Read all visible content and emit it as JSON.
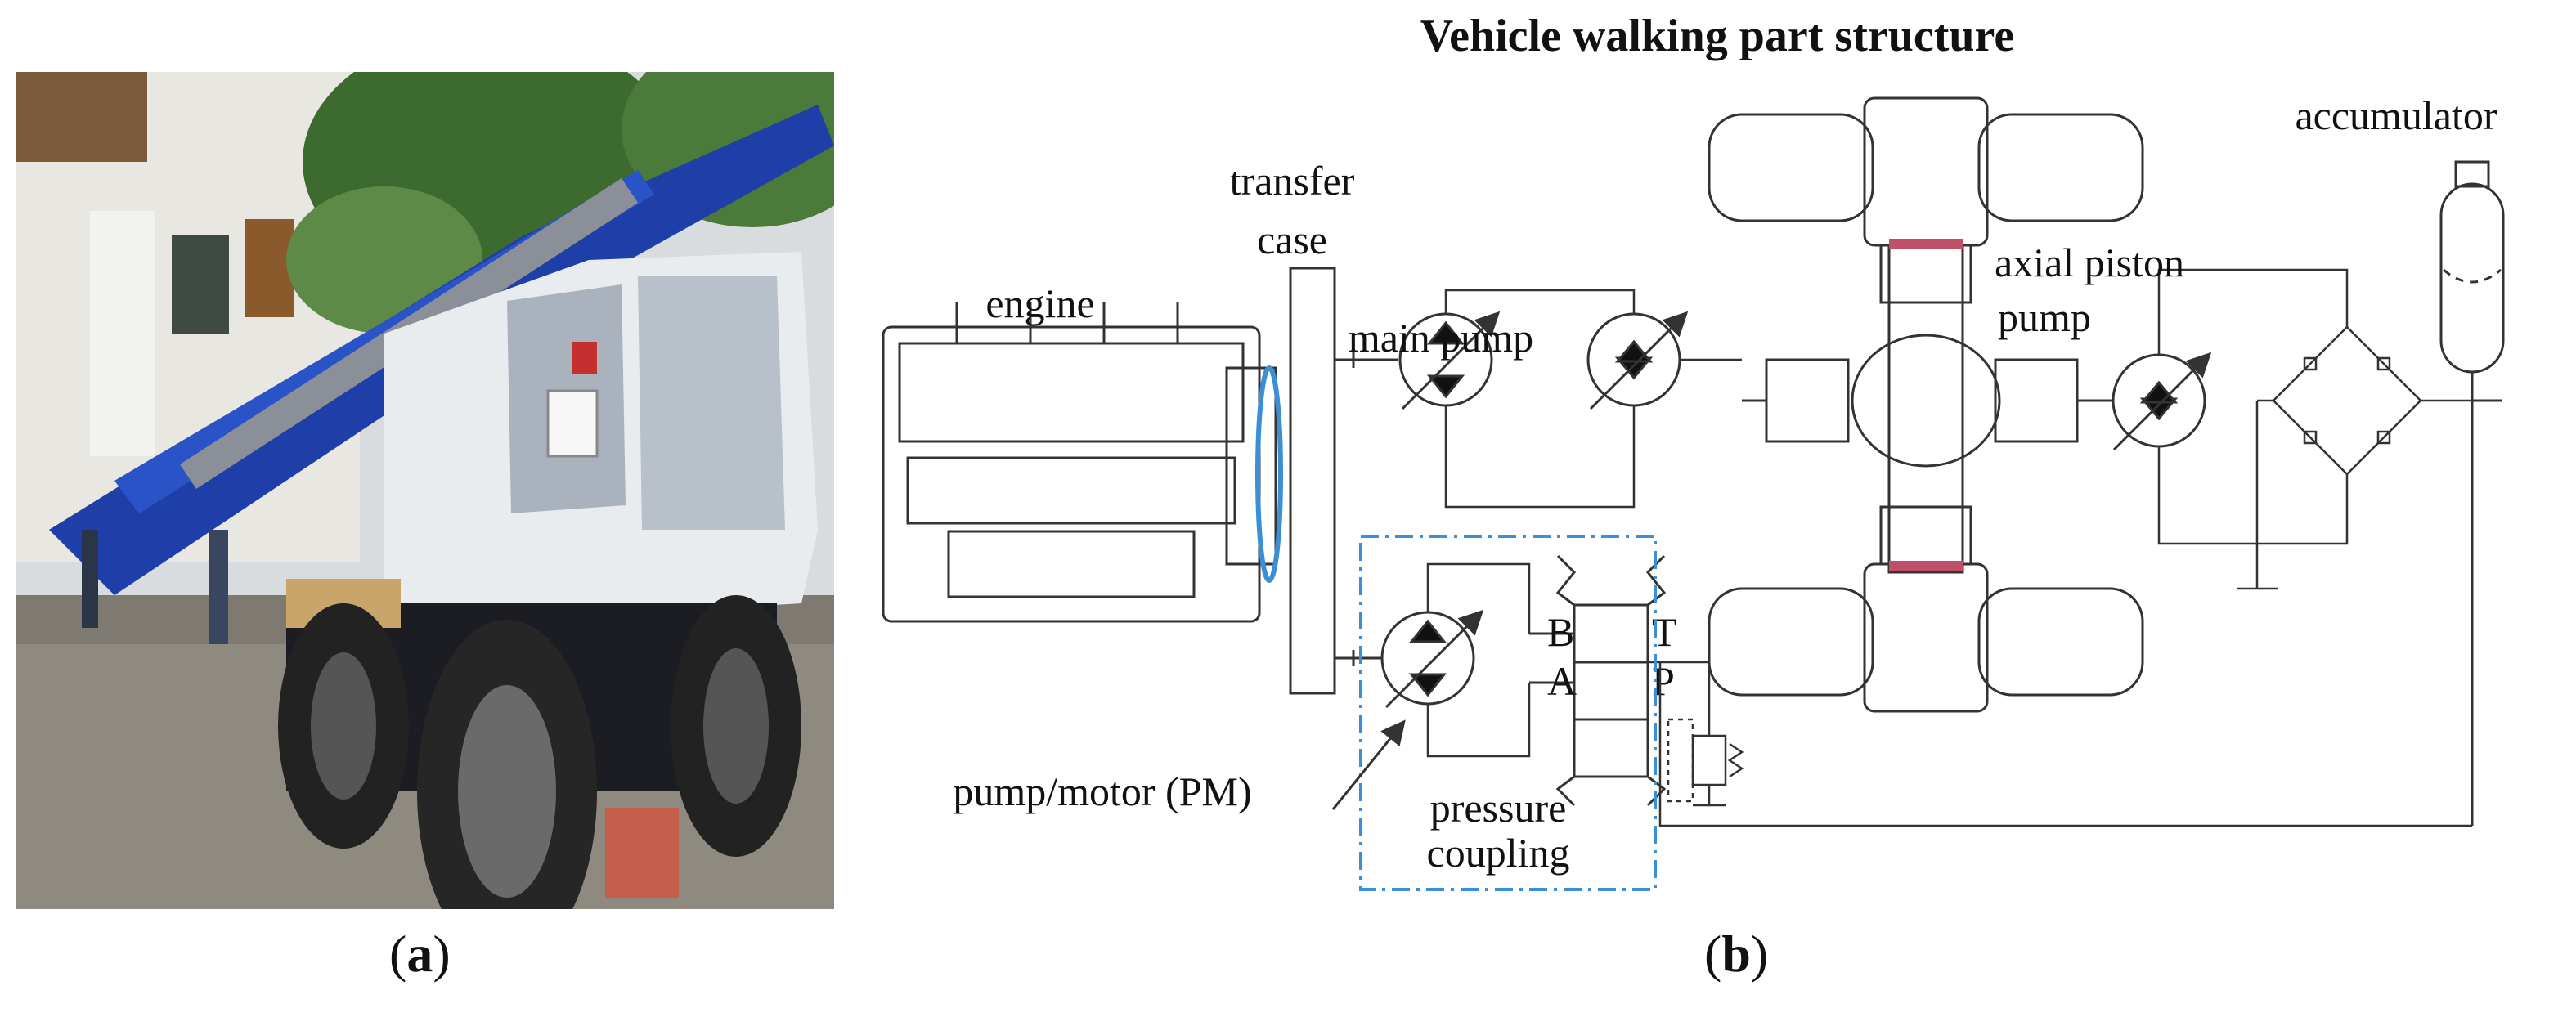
{
  "subfigures": {
    "a_label": "a",
    "b_label": "b"
  },
  "diagram": {
    "title": "Vehicle walking part structure",
    "labels": {
      "engine": "engine",
      "transfer_case_1": "transfer",
      "transfer_case_2": "case",
      "main_pump": "main pump",
      "axial_piston_1": "axial piston",
      "axial_piston_2": "pump",
      "accumulator": "accumulator",
      "pump_motor": "pump/motor (PM)",
      "pressure_coupling_1": "pressure",
      "pressure_coupling_2": "coupling"
    },
    "valve_ports": {
      "b": "B",
      "a": "A",
      "t": "T",
      "p": "P"
    }
  },
  "colors": {
    "line": "#333333",
    "dash_box": "#3a8fd6",
    "machine_blue": "#1f3fa8"
  }
}
